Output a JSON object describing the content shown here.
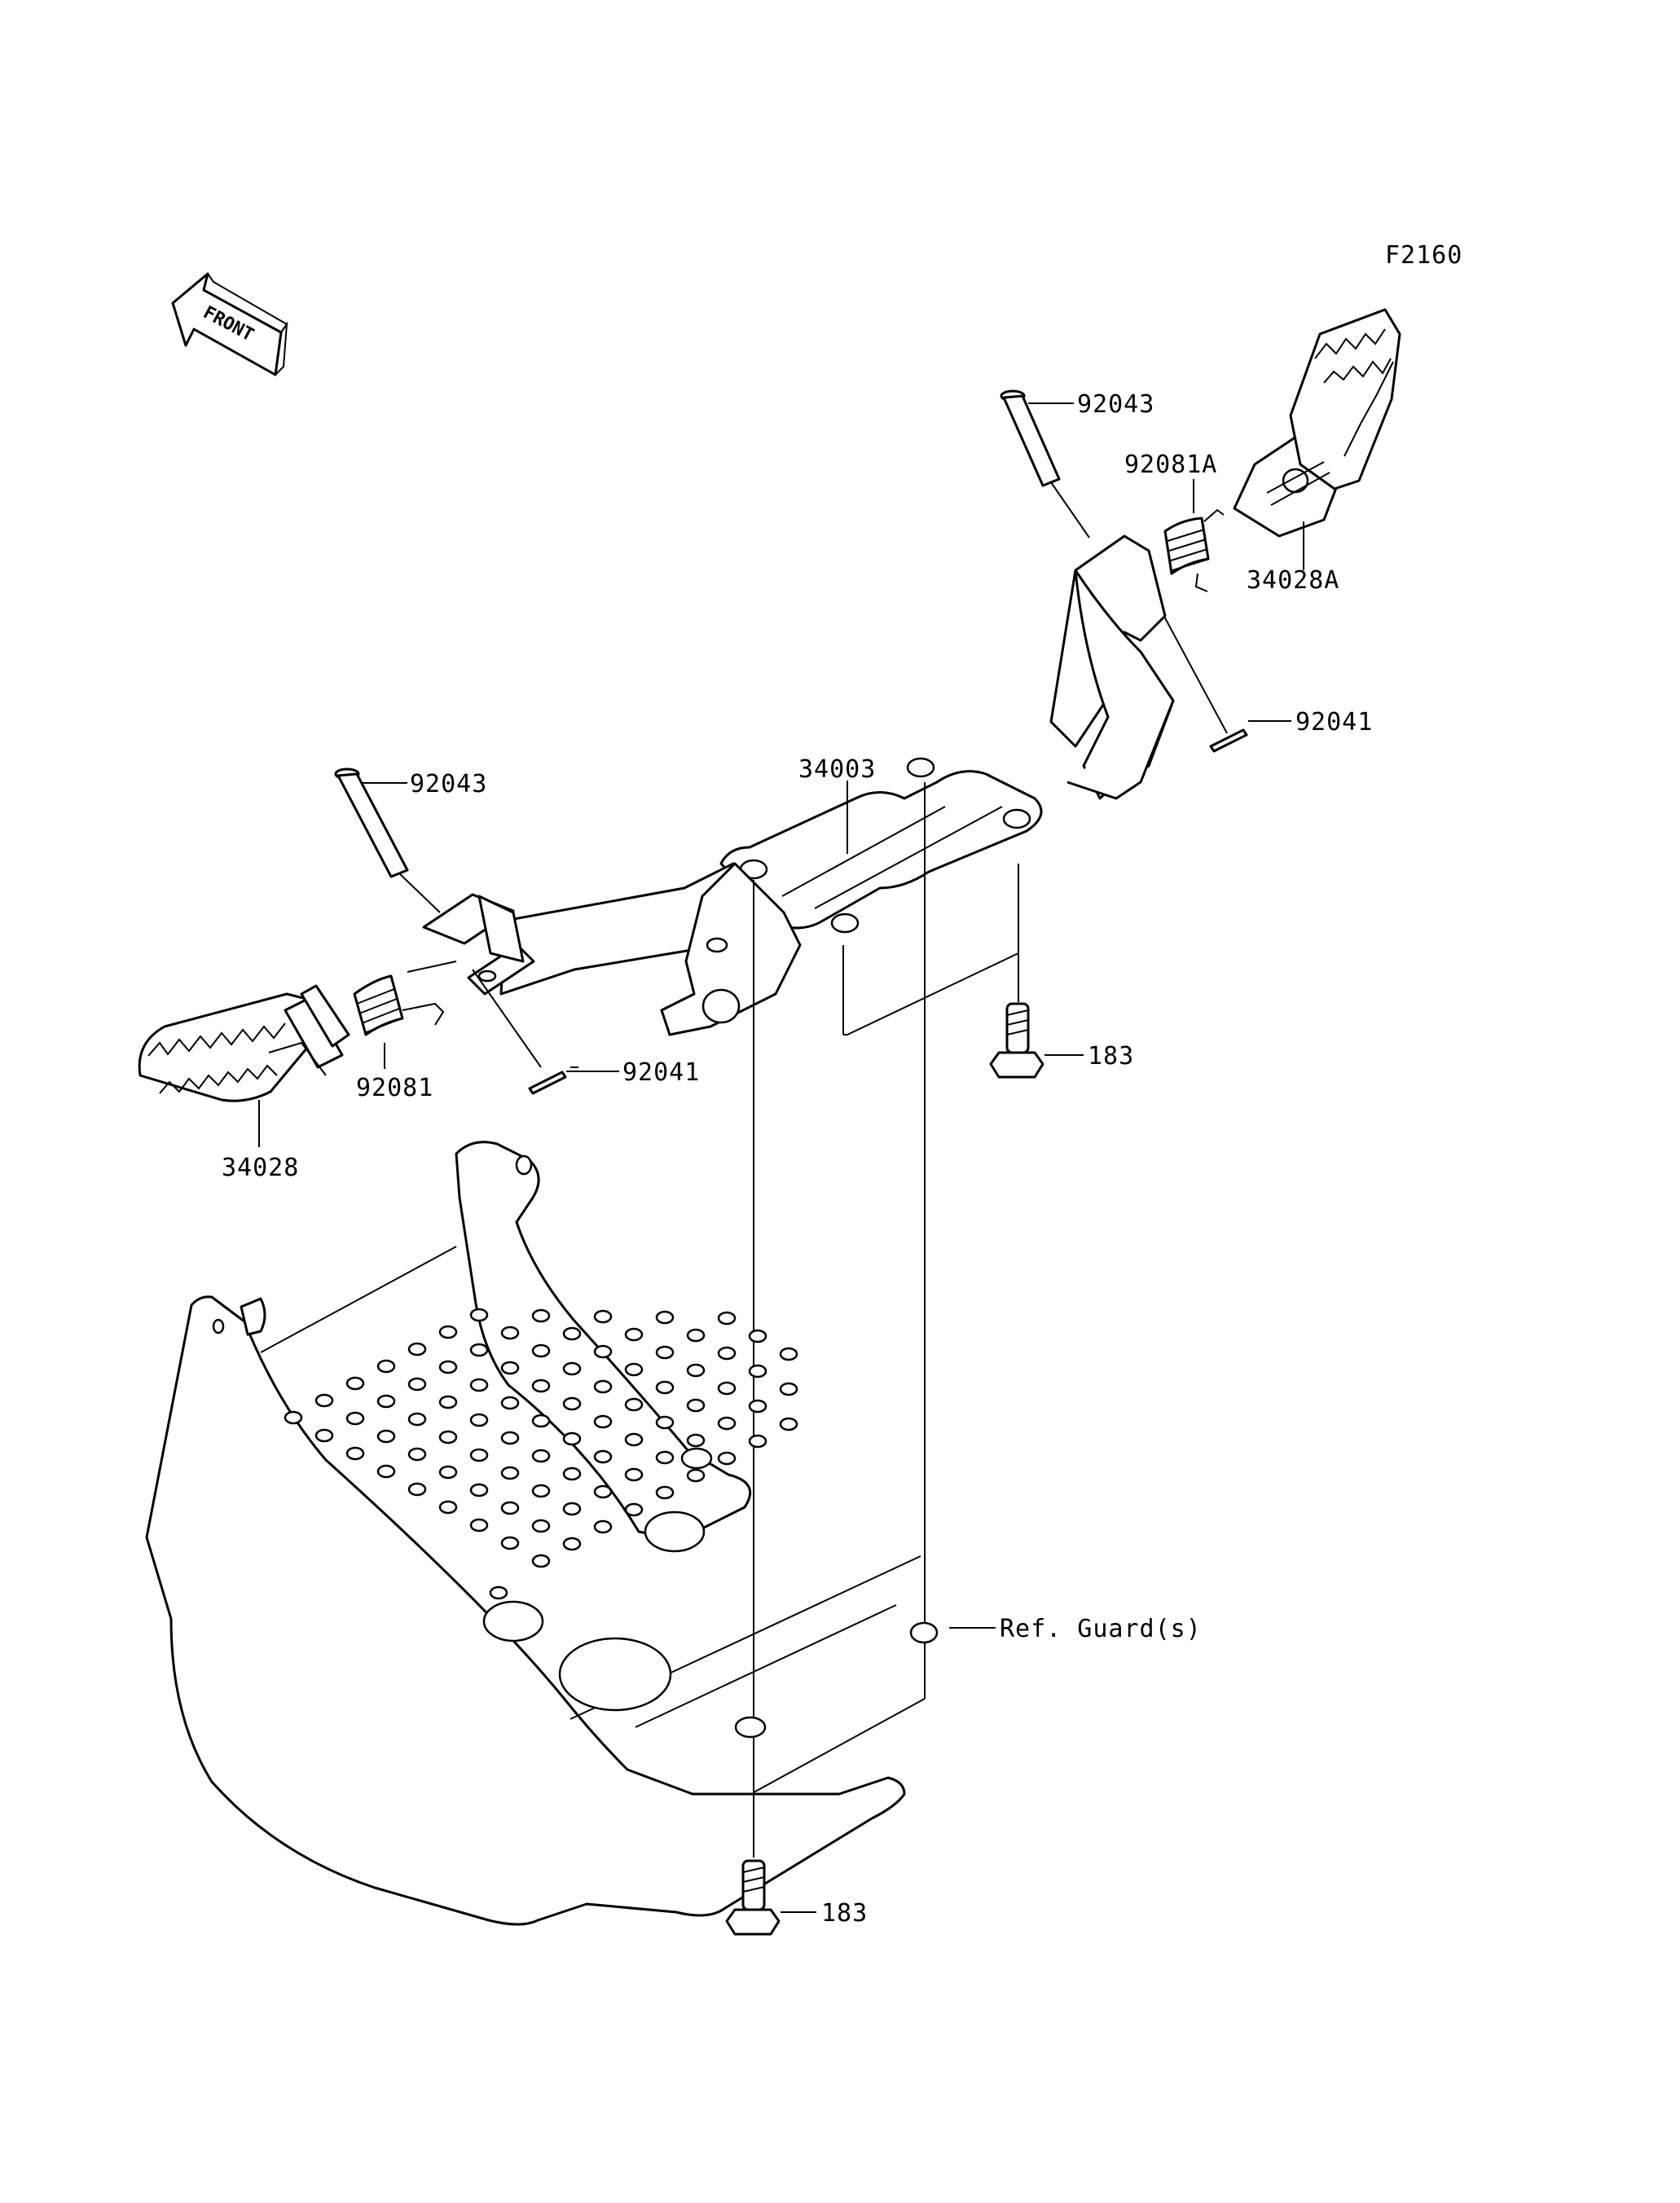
{
  "figure_id": "F2160",
  "front_label": "FRONT",
  "labels": {
    "pin_right": "92043",
    "spring_right": "92081A",
    "footpeg_right": "34028A",
    "cotter_right": "92041",
    "bracket": "34003",
    "pin_left": "92043",
    "spring_left": "92081",
    "cotter_left": "92041",
    "footpeg_left": "34028",
    "bolt_upper": "183",
    "bolt_lower": "183",
    "guard_ref": "Ref. Guard(s)"
  }
}
